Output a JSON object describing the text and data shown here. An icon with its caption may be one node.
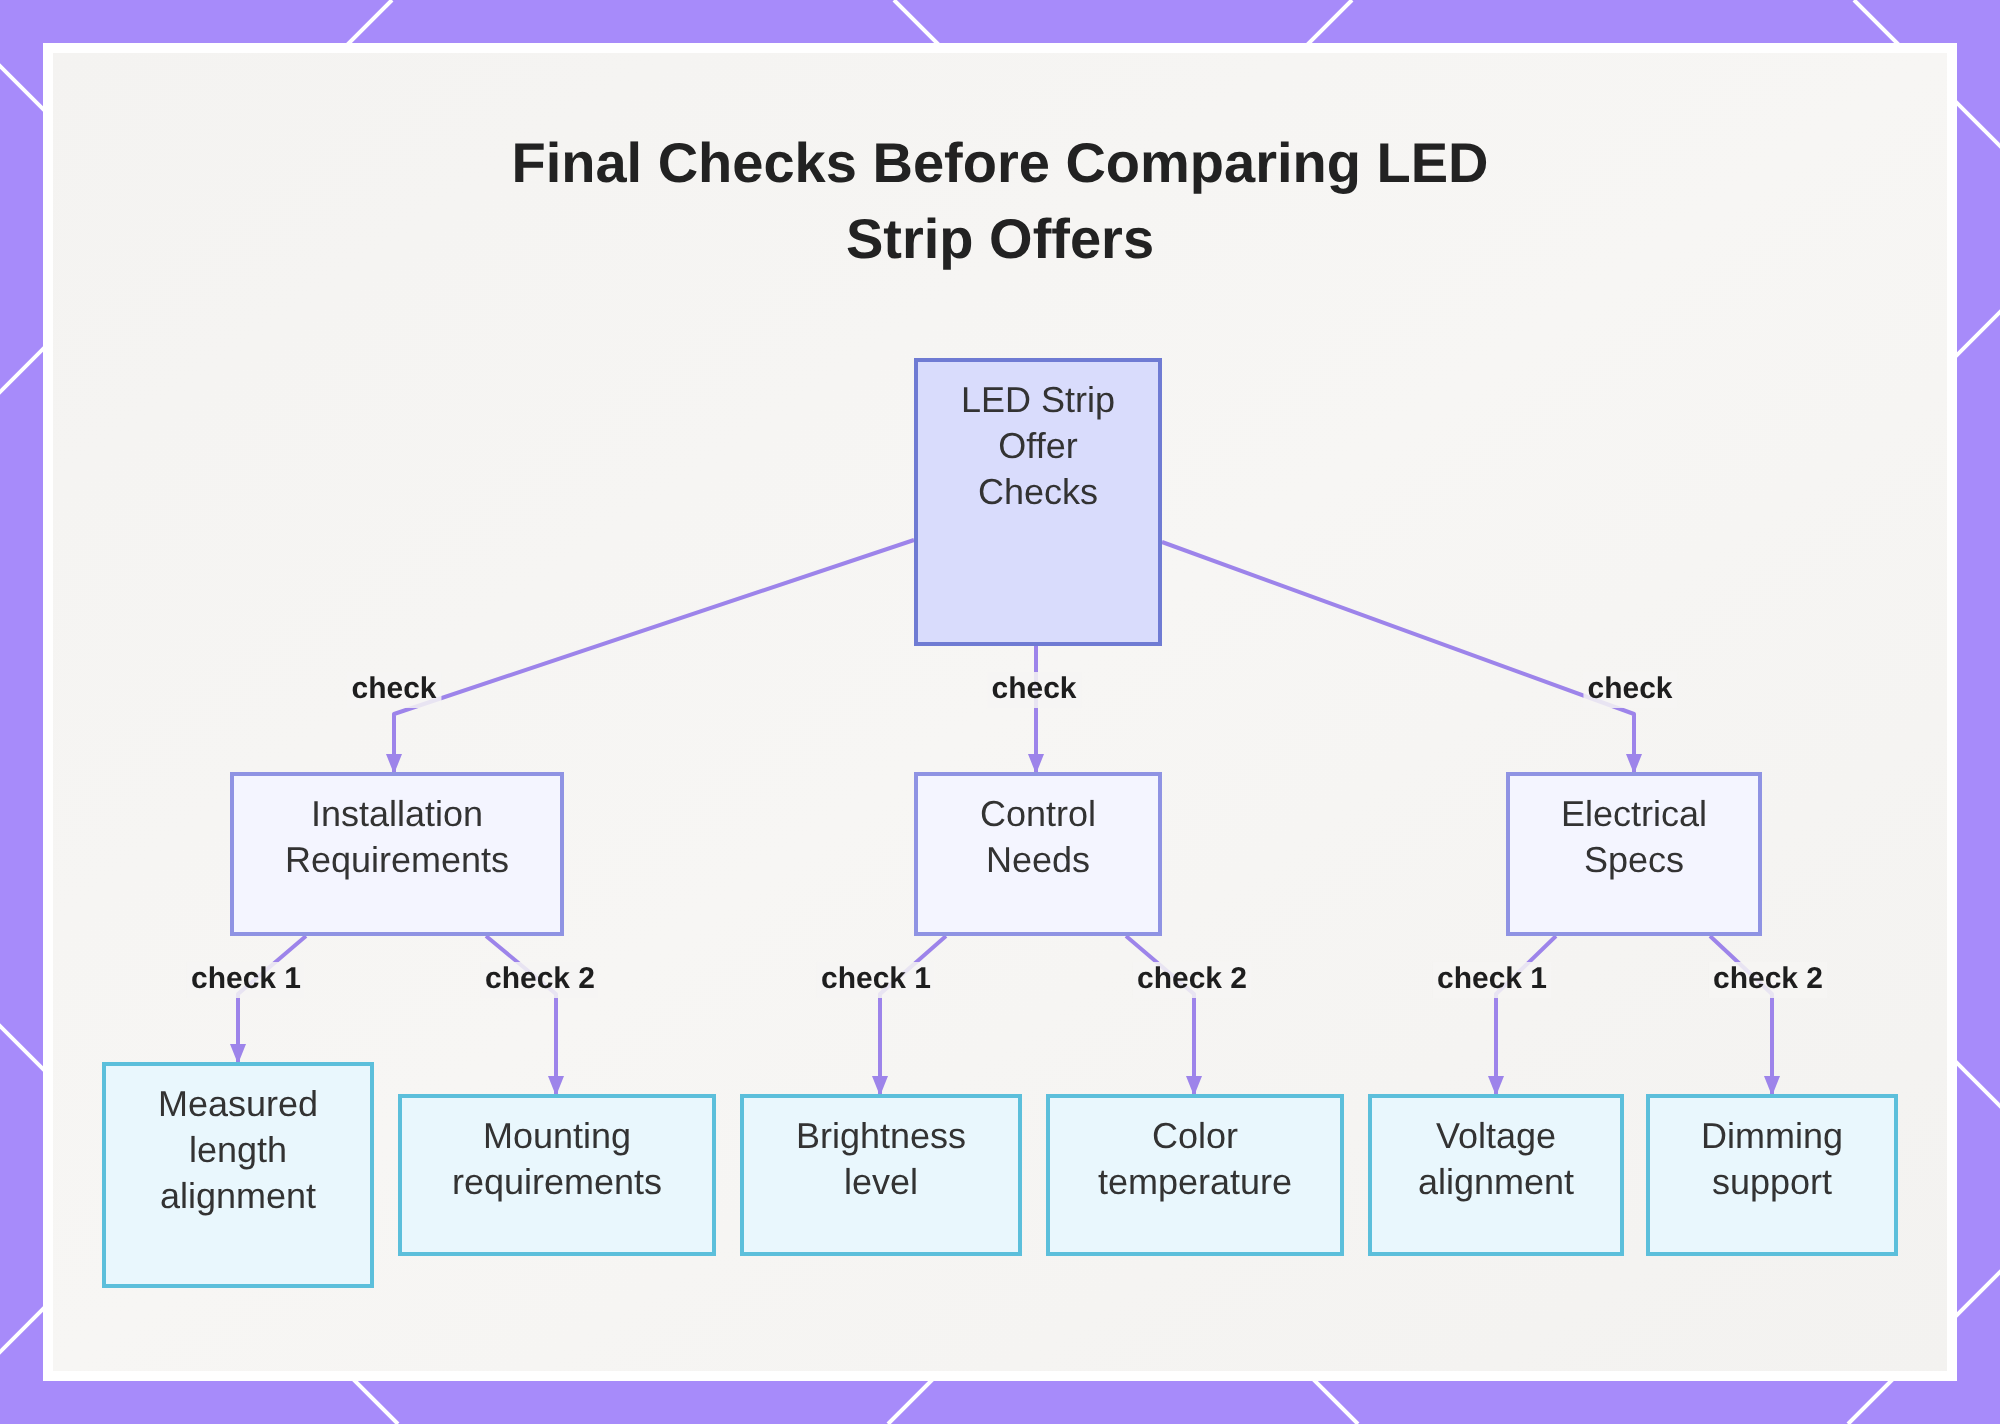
{
  "diagram": {
    "title": "Final Checks Before Comparing LED Strip Offers",
    "nodes": [
      {
        "text": [
          "LED Strip Offer Checks"
        ]
      },
      {
        "text": [
          "Installation Requirements"
        ]
      },
      {
        "text": [
          "Control Needs"
        ]
      },
      {
        "text": [
          "Electrical Specs"
        ]
      },
      {
        "text": [
          "Measured length alignment"
        ]
      },
      {
        "text": [
          "Mounting requirements"
        ]
      },
      {
        "text": [
          "Brightness level"
        ]
      },
      {
        "text": [
          "Color temperature"
        ]
      },
      {
        "text": [
          "Voltage alignment"
        ]
      },
      {
        "text": [
          "Dimming support"
        ]
      }
    ],
    "edges": [
      {
        "from": 0,
        "to": 1,
        "arrow": "to",
        "label": "check"
      },
      {
        "from": 0,
        "to": 2,
        "arrow": "to",
        "label": "check"
      },
      {
        "from": 0,
        "to": 3,
        "arrow": "to",
        "label": "check"
      },
      {
        "from": 1,
        "to": 4,
        "arrow": "to",
        "label": "check 1"
      },
      {
        "from": 1,
        "to": 5,
        "arrow": "to",
        "label": "check 2"
      },
      {
        "from": 2,
        "to": 6,
        "arrow": "to",
        "label": "check 1"
      },
      {
        "from": 2,
        "to": 7,
        "arrow": "to",
        "label": "check 2"
      },
      {
        "from": 3,
        "to": 8,
        "arrow": "to",
        "label": "check 1"
      },
      {
        "from": 3,
        "to": 9,
        "arrow": "to",
        "label": "check 2"
      }
    ]
  }
}
